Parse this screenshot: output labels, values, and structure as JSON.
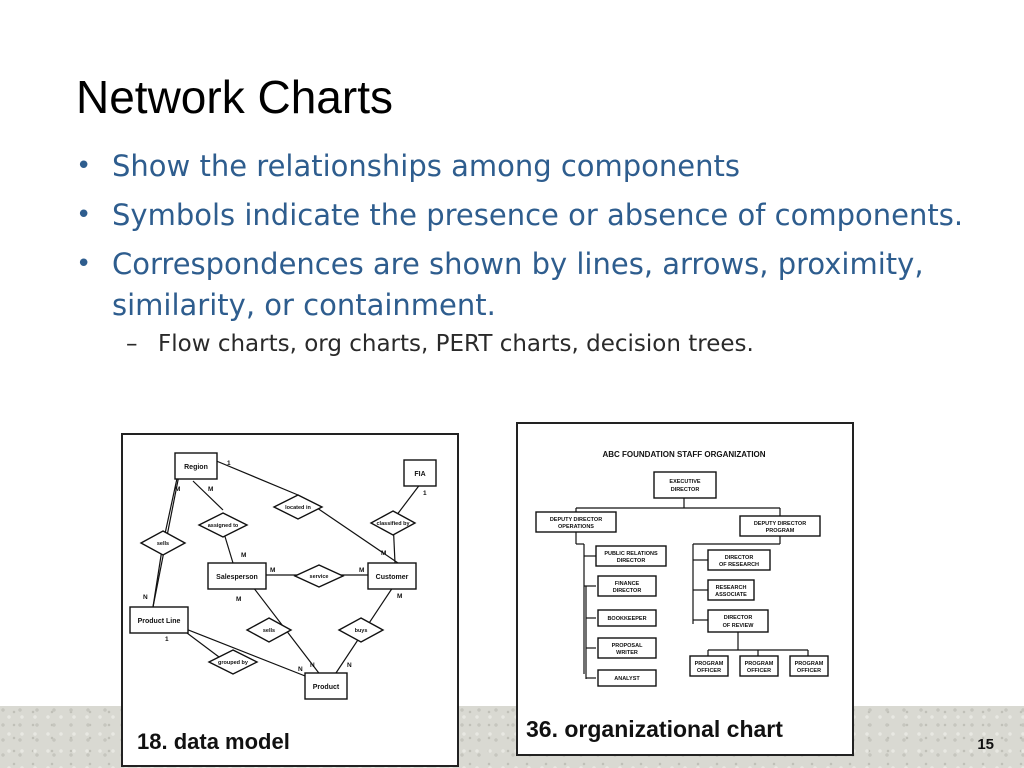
{
  "slide": {
    "title": "Network Charts",
    "page_number": "15",
    "bullets": [
      {
        "text": "Show the relationships among components"
      },
      {
        "text": "Symbols indicate the presence or absence of components."
      },
      {
        "text": "Correspondences are shown by lines, arrows, proximity, similarity, or containment."
      }
    ],
    "sub_bullet": "Flow charts, org charts, PERT charts, decision trees.",
    "bullet_glyph": "•",
    "dash_glyph": "–"
  },
  "data_model": {
    "caption": "18.  data model",
    "entities": {
      "region": "Region",
      "fia": "FIA",
      "salesperson": "Salesperson",
      "customer": "Customer",
      "product_line": "Product Line",
      "product": "Product"
    },
    "relations": {
      "assigned_to": "assigned to",
      "located_in": "located in",
      "classified_by": "classified by",
      "sells_region": "sells",
      "service": "service",
      "sells_product": "sells",
      "buys": "buys",
      "grouped_by": "grouped by"
    },
    "multiplicities": {
      "region_right": "1",
      "region_m1": "M",
      "region_m2": "M",
      "fia_1": "1",
      "sales_m_top": "M",
      "sales_m_right": "M",
      "sales_m_bottom": "M",
      "cust_m_left": "M",
      "cust_m_top": "M",
      "cust_m_bottom": "M",
      "pl_n": "N",
      "pl_1": "1",
      "prod_n1": "N",
      "prod_n2": "N",
      "prod_n3": "N"
    }
  },
  "org_chart": {
    "heading": "ABC FOUNDATION STAFF ORGANIZATION",
    "caption": "36. organizational chart",
    "boxes": {
      "exec": [
        "EXECUTIVE",
        "DIRECTOR"
      ],
      "dd_ops": [
        "DEPUTY DIRECTOR",
        "OPERATIONS"
      ],
      "dd_prog": [
        "DEPUTY DIRECTOR",
        "PROGRAM"
      ],
      "pr_dir": [
        "PUBLIC RELATIONS",
        "DIRECTOR"
      ],
      "fin_dir": [
        "FINANCE",
        "DIRECTOR"
      ],
      "bookkeeper": [
        "BOOKKEEPER"
      ],
      "proposal": [
        "PROPOSAL",
        "WRITER"
      ],
      "analyst": [
        "ANALYST"
      ],
      "dir_research": [
        "DIRECTOR",
        "OF RESEARCH"
      ],
      "res_assoc": [
        "RESEARCH",
        "ASSOCIATE"
      ],
      "dir_review": [
        "DIRECTOR",
        "OF REVIEW"
      ],
      "po1": [
        "PROGRAM",
        "OFFICER"
      ],
      "po2": [
        "PROGRAM",
        "OFFICER"
      ],
      "po3": [
        "PROGRAM",
        "OFFICER"
      ]
    }
  }
}
